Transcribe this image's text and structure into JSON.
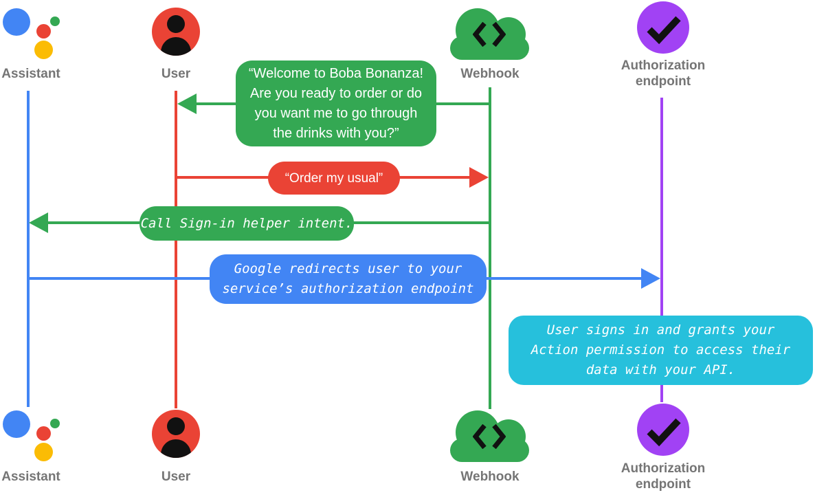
{
  "colors": {
    "blue": "#4285F4",
    "red": "#EA4335",
    "green": "#34A853",
    "yellow": "#FBBC04",
    "purple": "#A142F4",
    "cyan": "#26C0DC",
    "label-gray": "#757575",
    "glyph": "#111111"
  },
  "actors": {
    "assistant": {
      "label": "Assistant",
      "icon": "google-assistant-logo"
    },
    "user": {
      "label": "User",
      "icon": "person-circle-icon"
    },
    "webhook": {
      "label": "Webhook",
      "icon": "cloud-code-icon"
    },
    "auth": {
      "label_line1": "Authorization",
      "label_line2": "endpoint",
      "icon": "check-circle-icon"
    }
  },
  "bubbles": {
    "welcome": {
      "from": "webhook",
      "to": "user",
      "lines": [
        "“Welcome to Boba Bonanza!",
        "Are you ready to order or do",
        "you want me to go through",
        "the drinks with you?”"
      ]
    },
    "order": {
      "from": "user",
      "to": "webhook",
      "text": "“Order my usual”"
    },
    "signin": {
      "from": "webhook",
      "to": "assistant",
      "text": "Call Sign-in helper intent."
    },
    "redirect": {
      "from": "assistant",
      "to": "auth",
      "lines": [
        "Google redirects user to your",
        "service’s authorization endpoint"
      ]
    },
    "grants": {
      "at": "auth",
      "lines": [
        "User signs in and grants your",
        "Action permission to access their",
        "data with your API."
      ]
    }
  }
}
